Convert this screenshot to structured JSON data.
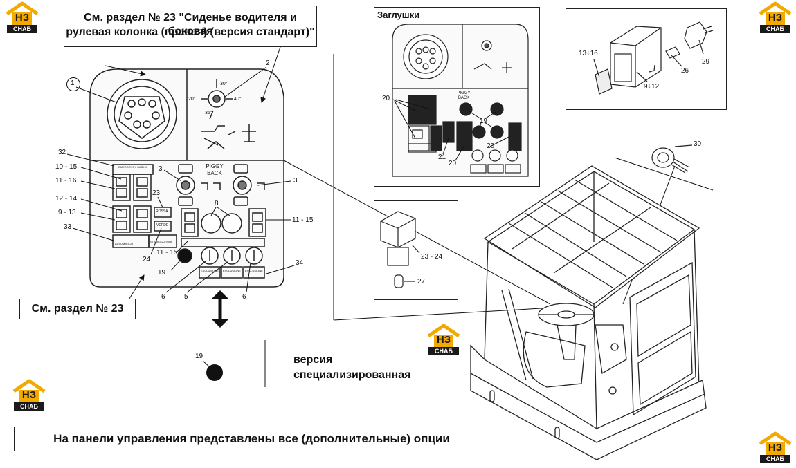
{
  "captions": {
    "ref_seat": [
      "См. раздел № 23 \"Сиденье водителя и боковая",
      "рулевая колонка (правая) (версия стандарт)\""
    ],
    "ref_section": "См. раздел № 23",
    "plugs_title": "Заглушки",
    "version_specialized": [
      "версия",
      "специализированная"
    ],
    "footer_note": "На панели управления представлены все (дополнительные) опции"
  },
  "brand": {
    "logo_top": "НЗ",
    "logo_bottom": "СНАБ",
    "accent": "#f2a900",
    "dark": "#1a1a1a"
  },
  "panel_text": {
    "piggy_back": [
      "PIGGY",
      "BACK"
    ],
    "emergency_caps": [
      "EMERGENCY",
      "CABINA"
    ],
    "rossa": "ROSSA",
    "verde": "VERDE",
    "stabilizzatori": "STABILIZZATORI",
    "automatico": "AUTOMATICO",
    "esclusione": [
      "ESCLUSIONE",
      "ESCLUSIONE",
      "ESCLUSIONE"
    ],
    "angles": {
      "a30": "30°",
      "a20": "20°",
      "a40": "40°",
      "a35": "35°"
    }
  },
  "callouts": {
    "n1": "1",
    "n2": "2",
    "n3a": "3",
    "n3b": "3",
    "n32": "32",
    "n10_15": "10 - 15",
    "n11_16": "11 - 16",
    "n12_14": "12 - 14",
    "n9_13": "9 - 13",
    "n33": "33",
    "n23": "23",
    "n24": "24",
    "n8": "8",
    "n11_15r": "11 - 15",
    "n11_15b": "11 - 15",
    "n19": "19",
    "n6a": "6",
    "n5": "5",
    "n6b": "6",
    "n34": "34",
    "n19_single": "19",
    "p20a": "20",
    "p19": "19",
    "p20b": "20",
    "p21": "21",
    "p20c": "20",
    "s13_16": "13÷16",
    "s9_12": "9÷12",
    "s26": "26",
    "s29": "29",
    "s30": "30",
    "s23_24": "23 - 24",
    "s27": "27"
  }
}
